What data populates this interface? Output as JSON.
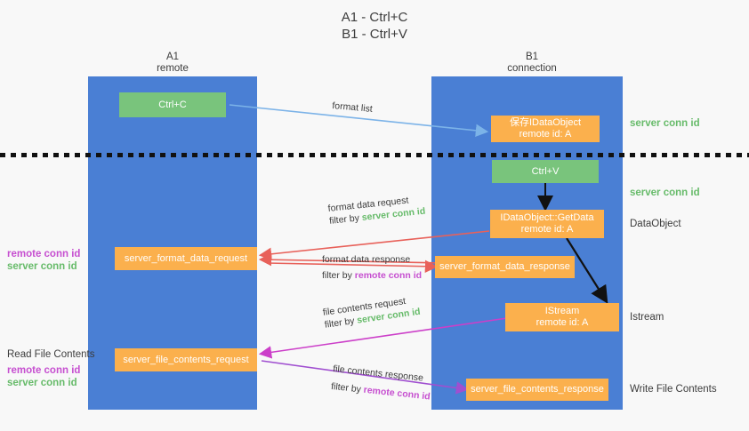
{
  "title": {
    "line1": "A1 - Ctrl+C",
    "line2": "B1 - Ctrl+V"
  },
  "columns": [
    {
      "name": "A1",
      "sub": "remote"
    },
    {
      "name": "B1",
      "sub": "connection"
    }
  ],
  "boxes": {
    "ctrl_c": "Ctrl+C",
    "ctrl_v": "Ctrl+V",
    "data_object_top_l1": "保存IDataObject",
    "data_object_top_l2": "remote id: A",
    "get_data_l1": "IDataObject::GetData",
    "get_data_l2": "remote id: A",
    "istream_l1": "IStream",
    "istream_l2": "remote id: A",
    "server_format_data_request": "server_format_data_request",
    "server_format_data_response": "server_format_data_response",
    "server_file_contents_request": "server_file_contents_request",
    "server_file_contents_response": "server_file_contents_response"
  },
  "right_labels": {
    "server_conn_id_top": "server conn id",
    "server_conn_id_mid": "server conn id",
    "data_object": "DataObject",
    "istream": "Istream",
    "write_file_contents": "Write File Contents"
  },
  "left_labels": {
    "format_remote": "remote conn id",
    "format_server": "server conn id",
    "read_file_contents": "Read File Contents",
    "file_remote": "remote conn id",
    "file_server": "server conn id"
  },
  "edges": {
    "format_list": "format list",
    "format_data_request": "format data request",
    "format_data_request_filter_prefix": "filter by ",
    "format_data_request_filter_value": "server conn id",
    "format_data_response": "format data response",
    "format_data_response_filter_prefix": "filter by ",
    "format_data_response_filter_value": "remote conn id",
    "file_contents_request": "file contents request",
    "file_contents_request_filter_prefix": "filter by ",
    "file_contents_request_filter_value": "server conn id",
    "file_contents_response": "file contents response",
    "file_contents_response_filter_prefix": "filter by ",
    "file_contents_response_filter_value": "remote conn id"
  },
  "colors": {
    "lane": "#4a7fd4",
    "green_box": "#79c47c",
    "orange_box": "#fbb04d",
    "green_text": "#67bb6a",
    "purple_text": "#c64fd0",
    "red_arrow": "#e8615a",
    "blue_arrow": "#7cb3e8",
    "magenta_arrow": "#cc3fc9",
    "purple_arrow": "#a04fd0",
    "black_arrow": "#111111",
    "background": "#f8f8f8"
  }
}
